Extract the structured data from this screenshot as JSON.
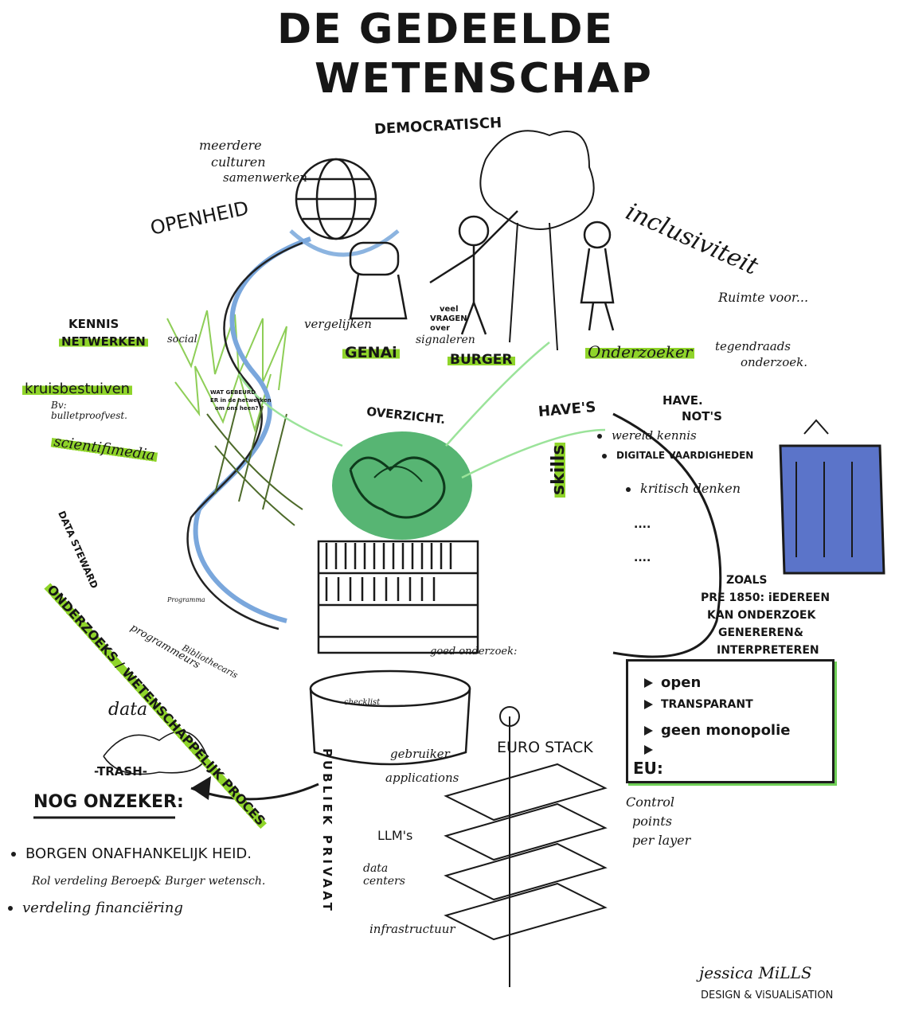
{
  "title": {
    "line1": "DE GEDEELDE",
    "line2": "WETENSCHAP"
  },
  "top": {
    "democratisch": "DEMOCRATISCH",
    "openheid": "OPENHEID",
    "inclusiviteit": "inclusiviteit",
    "culturen": [
      "meerdere",
      "culturen",
      "samenwerken"
    ]
  },
  "center": {
    "vergelijken": "vergelijken",
    "genai": "GENAi",
    "vragen": [
      "veel",
      "VRAGEN",
      "over",
      "signaleren"
    ],
    "burger": "BURGER",
    "overzicht": "OVERZICHT.",
    "onderzoeker": "Onderzoeker"
  },
  "right": {
    "ruimte": "Ruimte voor...",
    "tegendraads": [
      "tegendraads",
      "onderzoek."
    ],
    "haves": "HAVE'S",
    "have_nots": [
      "HAVE.",
      "NOT'S"
    ],
    "skills_label": "skills",
    "skills": [
      "wereld kennis",
      "DIGITALE VAARDIGHEDEN",
      "kritisch denken",
      "....",
      "...."
    ],
    "zoals": [
      "ZOALS",
      "PRE 1850: iEDEREEN",
      "KAN ONDERZOEK",
      "GENEREREN&",
      "INTERPRETEREN"
    ],
    "box_items": [
      "open",
      "TRANSPARANT",
      "geen monopolie",
      ""
    ],
    "eu": "EU:"
  },
  "left": {
    "kennis": [
      "KENNIS",
      "NETWERKEN"
    ],
    "social": "social",
    "kruisbestuiven": "kruisbestuiven",
    "bv": [
      "Bv:",
      "bulletproofvest."
    ],
    "wat_gebeurd": [
      "WAT GEBEURD",
      "ER in de netwerken",
      "om ons heen?"
    ],
    "scientifimedia": "scientifimedia",
    "data_steward": "DATA STEWARD",
    "programma": "Programma",
    "programmeurs": "programmeurs",
    "bibliothecaris": "Bibliothecaris",
    "proces": "ONDERZOEKS / WETENSCHAPPELIJK PROCES",
    "data": "data",
    "trash": "-TRASH-"
  },
  "bottom": {
    "goed": "goed onderzoek:",
    "checklist": "checklist",
    "publiek_privaat": "PUBLIEK PRIVAAT",
    "gebruiker": "gebruiker",
    "applications": "applications",
    "llms": "LLM's",
    "datacenters": [
      "data",
      "centers"
    ],
    "infrastructuur": "infrastructuur",
    "eurostack": "EURO STACK",
    "control": [
      "Control",
      "points",
      "per layer"
    ]
  },
  "nog": {
    "title": "NOG ONZEKER:",
    "items": [
      "BORGEN ONAFHANKELIJK HEID.",
      "Rol verdeling Beroep& Burger wetensch.",
      "verdeling financiëring"
    ]
  },
  "credit": {
    "name": "jessica MiLLS",
    "sub": "DESIGN & ViSUALiSATION"
  }
}
